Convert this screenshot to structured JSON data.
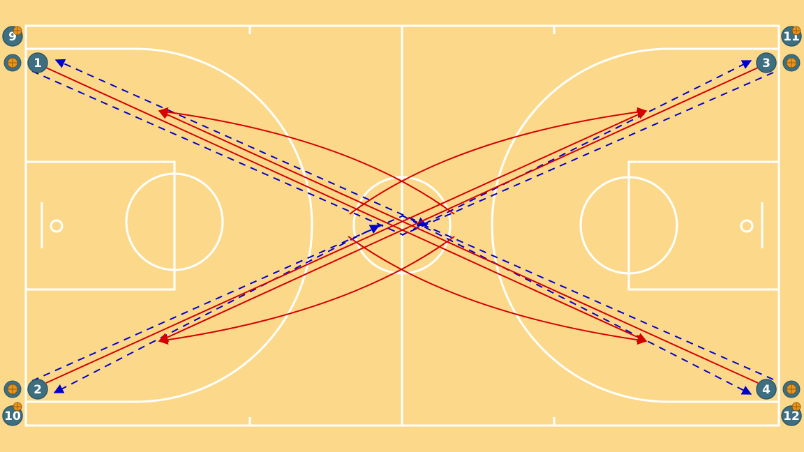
{
  "colors": {
    "court_bg": "#fcd98a",
    "court_lines": "#ffffff",
    "player_fill": "#3d6f80",
    "player_stroke": "#2c5563",
    "run_line": "#d40000",
    "pass_line": "#0000cc",
    "ball": "#e8951c"
  },
  "players": [
    {
      "id": "p1",
      "label": "1"
    },
    {
      "id": "p2",
      "label": "2"
    },
    {
      "id": "p3",
      "label": "3"
    },
    {
      "id": "p4",
      "label": "4"
    },
    {
      "id": "p9",
      "label": "9"
    },
    {
      "id": "p10",
      "label": "10"
    },
    {
      "id": "p11",
      "label": "11"
    },
    {
      "id": "p12",
      "label": "12"
    }
  ],
  "ball_icons": [
    "basketball-icon",
    "basketball-icon",
    "basketball-icon",
    "basketball-icon",
    "basketball-icon",
    "basketball-icon",
    "basketball-icon",
    "basketball-icon"
  ],
  "line_types": {
    "run": "solid-red-arrow",
    "pass": "dashed-blue-arrow"
  }
}
